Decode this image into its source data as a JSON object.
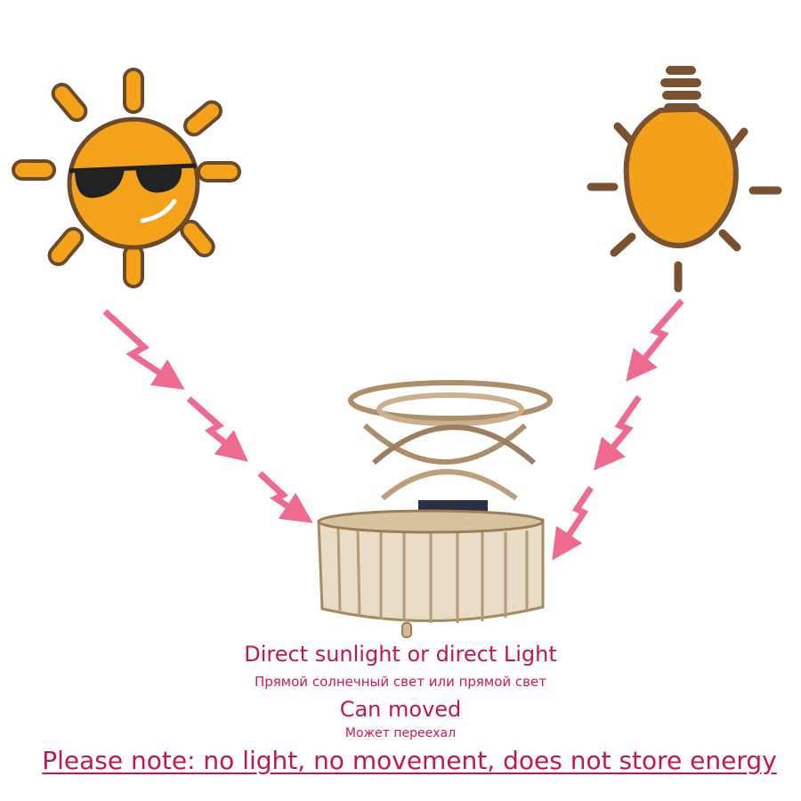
{
  "captions": {
    "line1_en": "Direct sunlight or direct Light",
    "line1_ru": "Прямой солнечный свет или прямой свет",
    "line2_en": "Can moved",
    "line2_ru": "Может переехал",
    "note": "Please note: no light, no movement, does not store energy"
  },
  "colors": {
    "sun": "#f5a21b",
    "outline": "#6b4a2b",
    "bulb": "#f3a01a",
    "arrow": "#f06a8f",
    "wood": "#d8c3a0",
    "text": "#c8164c"
  },
  "icons": [
    "sun-with-sunglasses-icon",
    "light-bulb-icon",
    "lightning-arrow-icon"
  ]
}
